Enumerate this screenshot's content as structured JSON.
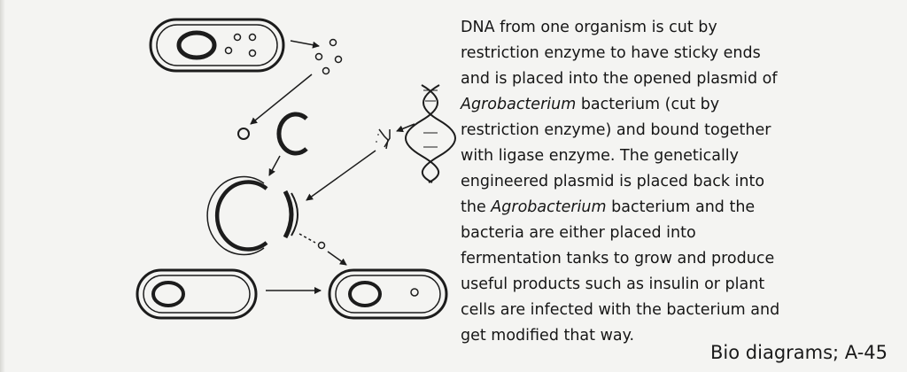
{
  "description": {
    "line1": "DNA from one organism is cut by",
    "line2": "restriction enzyme to have sticky ends",
    "line3": "and is placed into the opened plasmid of",
    "line4_italic": "Agrobacterium",
    "line4_rest": " bacterium (cut by",
    "line5": "restriction enzyme) and bound together",
    "line6": "with ligase enzyme. The genetically",
    "line7": "engineered plasmid is placed back into",
    "line8_pre": "the ",
    "line8_italic": "Agrobacterium",
    "line8_rest": " bacterium and the",
    "line9": "bacteria are either placed into",
    "line10": "fermentation tanks to grow and produce",
    "line11": "useful products such as insulin or plant",
    "line12": "cells are infected with the bacterium and",
    "line13": "get modified that way."
  },
  "caption": "Bio diagrams; A-45",
  "colors": {
    "ink": "#1c1c1c",
    "bacterium_fill": "#f2f2f0",
    "background": "#f4f4f2"
  }
}
